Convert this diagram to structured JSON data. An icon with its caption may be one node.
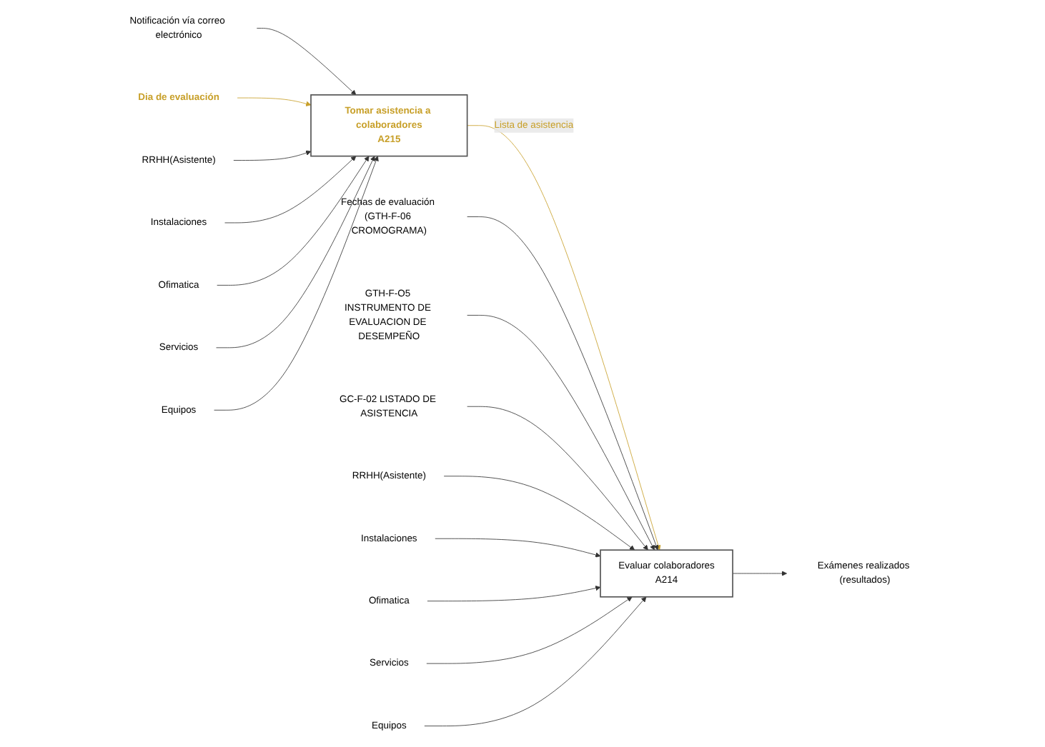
{
  "diagram": {
    "nodes": [
      {
        "text": [
          "Tomar asistencia a colaboradores",
          "A215"
        ]
      },
      {
        "text": [
          "Evaluar colaboradores",
          "A214"
        ]
      },
      {
        "text": [
          "Notificación vía correo electrónico"
        ]
      },
      {
        "text": [
          "Dia de evaluación"
        ]
      },
      {
        "text": [
          "RRHH(Asistente)"
        ]
      },
      {
        "text": [
          "Instalaciones"
        ]
      },
      {
        "text": [
          "Ofimatica"
        ]
      },
      {
        "text": [
          "Servicios"
        ]
      },
      {
        "text": [
          "Equipos"
        ]
      },
      {
        "text": [
          "Fechas de evaluación (GTH-F-06 CROMOGRAMA)"
        ]
      },
      {
        "text": [
          "GTH-F-O5 INSTRUMENTO DE EVALUACION DE DESEMPEÑO"
        ]
      },
      {
        "text": [
          "GC-F-02 LISTADO DE ASISTENCIA"
        ]
      },
      {
        "text": [
          "RRHH(Asistente)"
        ]
      },
      {
        "text": [
          "Instalaciones"
        ]
      },
      {
        "text": [
          "Ofimatica"
        ]
      },
      {
        "text": [
          "Servicios"
        ]
      },
      {
        "text": [
          "Equipos"
        ]
      },
      {
        "text": [
          "Exámenes realizados (resultados)"
        ]
      }
    ],
    "edges": [
      {
        "from": 2,
        "to": 0,
        "arrow": "to"
      },
      {
        "from": 3,
        "to": 0,
        "arrow": "to",
        "color": "#c8a02a"
      },
      {
        "from": 4,
        "to": 0,
        "arrow": "to"
      },
      {
        "from": 5,
        "to": 0,
        "arrow": "to"
      },
      {
        "from": 6,
        "to": 0,
        "arrow": "to"
      },
      {
        "from": 7,
        "to": 0,
        "arrow": "to"
      },
      {
        "from": 8,
        "to": 0,
        "arrow": "to"
      },
      {
        "from": 0,
        "to": 1,
        "arrow": "to",
        "label": "Lista de asistencia",
        "color": "#c8a02a"
      },
      {
        "from": 9,
        "to": 1,
        "arrow": "to"
      },
      {
        "from": 10,
        "to": 1,
        "arrow": "to"
      },
      {
        "from": 11,
        "to": 1,
        "arrow": "to"
      },
      {
        "from": 12,
        "to": 1,
        "arrow": "to"
      },
      {
        "from": 13,
        "to": 1,
        "arrow": "to"
      },
      {
        "from": 14,
        "to": 1,
        "arrow": "to"
      },
      {
        "from": 15,
        "to": 1,
        "arrow": "to"
      },
      {
        "from": 16,
        "to": 1,
        "arrow": "to"
      },
      {
        "from": 1,
        "to": 17,
        "arrow": "to"
      }
    ]
  }
}
